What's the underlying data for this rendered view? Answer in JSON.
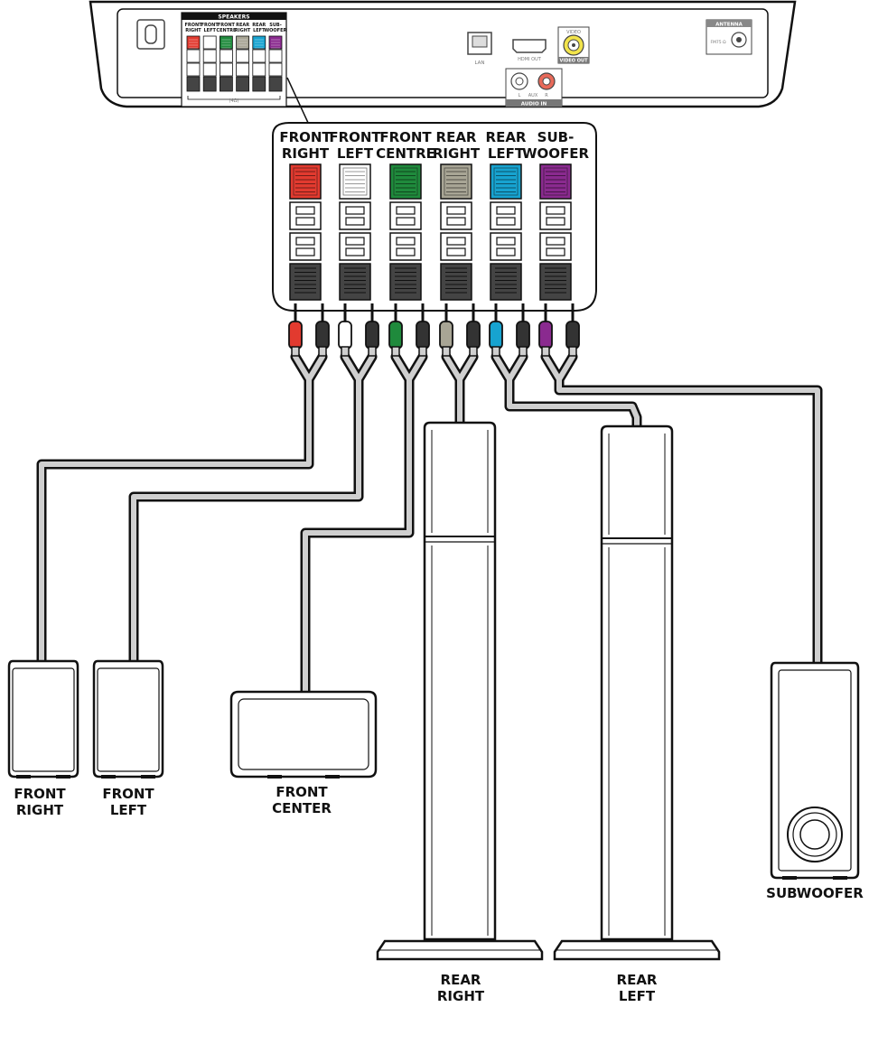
{
  "rear_panel": {
    "speakers_header": "SPEAKERS",
    "small_labels": [
      [
        "FRONT",
        "RIGHT"
      ],
      [
        "FRONT",
        "LEFT"
      ],
      [
        "FRONT",
        "CENTRE"
      ],
      [
        "REAR",
        "RIGHT"
      ],
      [
        "REAR",
        "LEFT"
      ],
      [
        "SUB-",
        "WOOFER"
      ]
    ],
    "ohm": "(4Ω)",
    "lan": "LAN",
    "hdmi_out": "HDMI OUT",
    "video": "VIDEO",
    "video_out": "VIDEO OUT",
    "aux_l": "L",
    "aux": "AUX",
    "aux_r": "R",
    "audio_in": "AUDIO IN",
    "antenna": "ANTENNA",
    "fm": "FM75 Ω"
  },
  "terminals": [
    {
      "line1": "FRONT",
      "line2": "RIGHT",
      "color": "#e23a2f"
    },
    {
      "line1": "FRONT",
      "line2": "LEFT",
      "color": "#ffffff"
    },
    {
      "line1": "FRONT",
      "line2": "CENTRE",
      "color": "#1f8a3c"
    },
    {
      "line1": "REAR",
      "line2": "RIGHT",
      "color": "#a8a595"
    },
    {
      "line1": "REAR",
      "line2": "LEFT",
      "color": "#17a3d0"
    },
    {
      "line1": "SUB-",
      "line2": "WOOFER",
      "color": "#8a2a8f"
    }
  ],
  "speaker_labels": {
    "front_right": [
      "FRONT",
      "RIGHT"
    ],
    "front_left": [
      "FRONT",
      "LEFT"
    ],
    "front_center": [
      "FRONT",
      "CENTER"
    ],
    "rear_right": [
      "REAR",
      "RIGHT"
    ],
    "rear_left": [
      "REAR",
      "LEFT"
    ],
    "subwoofer": [
      "SUBWOOFER"
    ]
  }
}
